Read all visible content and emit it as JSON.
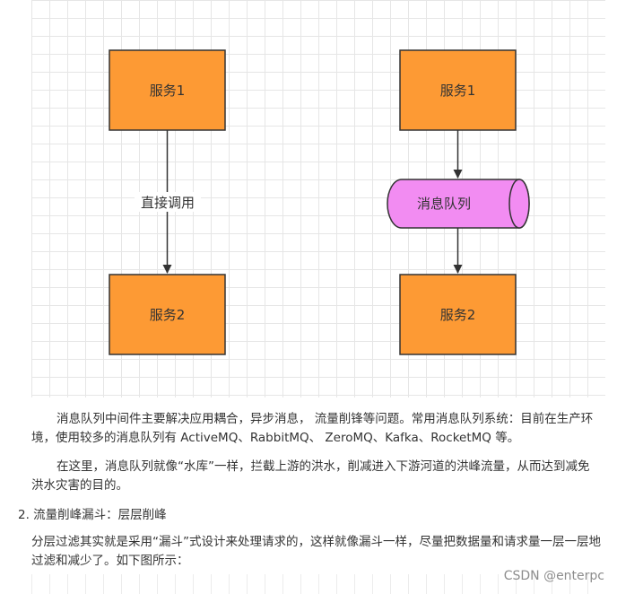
{
  "diagram": {
    "left": {
      "top_node": "服务1",
      "edge_label": "直接调用",
      "bottom_node": "服务2"
    },
    "right": {
      "top_node": "服务1",
      "queue": "消息队列",
      "bottom_node": "服务2"
    },
    "colors": {
      "box_fill": "#fd9a34",
      "box_stroke": "#333333",
      "queue_fill": "#f28cf2",
      "arrow": "#333333"
    }
  },
  "text": {
    "paragraph1": "消息队列中间件主要解决应用耦合，异步消息， 流量削锋等问题。常用消息队列系统：目前在生产环境，使用较多的消息队列有 ActiveMQ、RabbitMQ、 ZeroMQ、Kafka、RocketMQ 等。",
    "paragraph2": "在这里，消息队列就像“水库”一样，拦截上游的洪水，削减进入下游河道的洪峰流量，从而达到减免洪水灾害的目的。",
    "heading": "2. 流量削峰漏斗：层层削峰",
    "paragraph3": "分层过滤其实就是采用“漏斗”式设计来处理请求的，这样就像漏斗一样，尽量把数据量和请求量一层一层地过滤和减少了。如下图所示："
  },
  "watermark": "CSDN @enterpc"
}
